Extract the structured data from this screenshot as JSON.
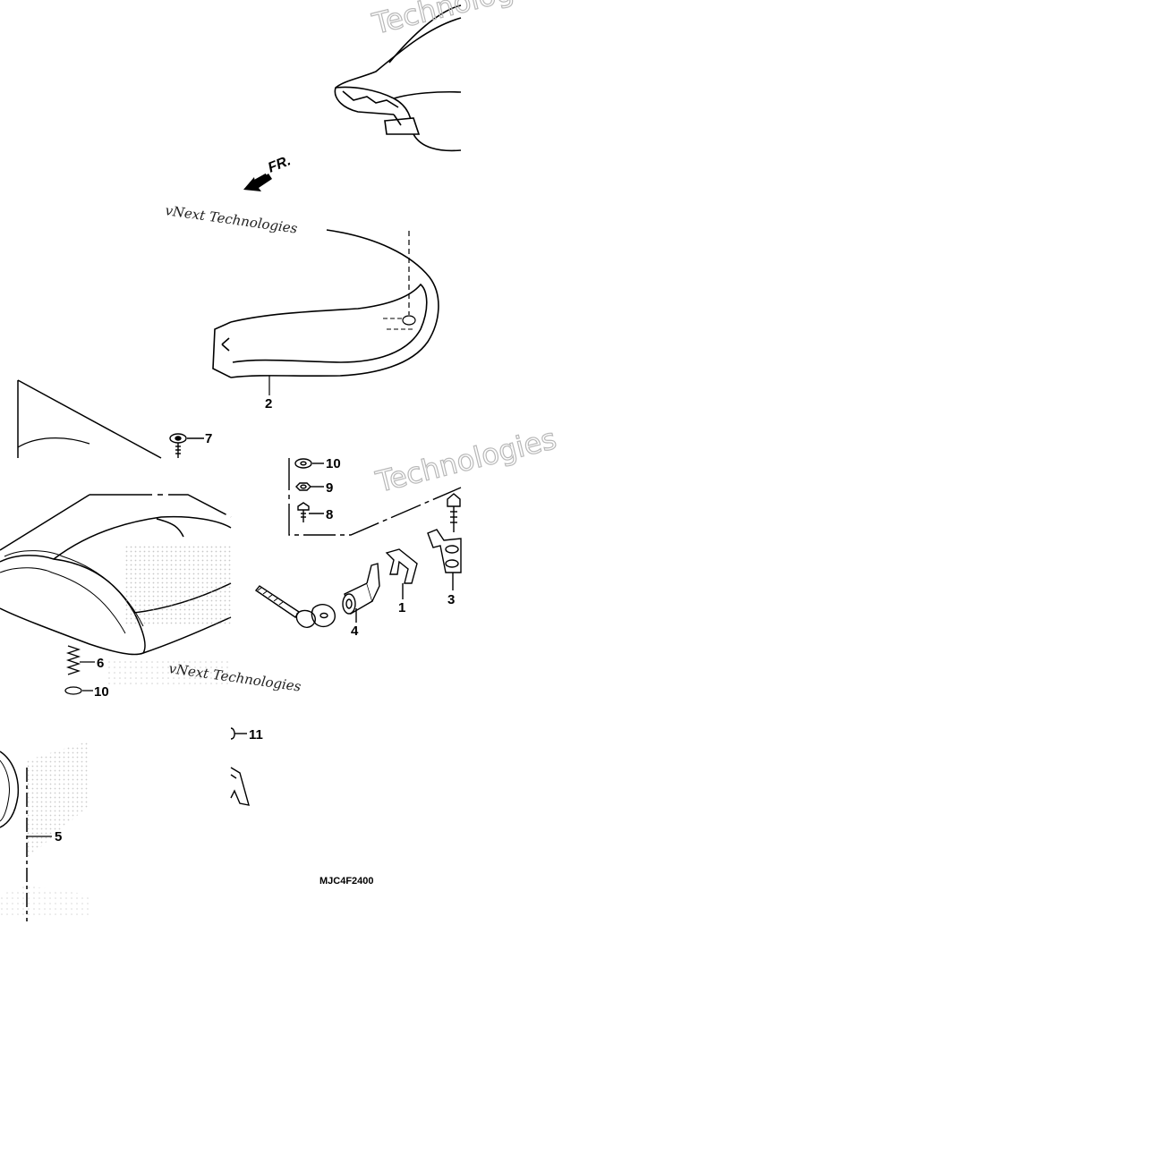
{
  "diagram": {
    "direction_label": "FR.",
    "diagram_code": "MJC4F2400",
    "callouts": [
      "1",
      "2",
      "3",
      "4",
      "5",
      "6",
      "7",
      "8",
      "9",
      "10",
      "10",
      "11"
    ],
    "watermarks": [
      "vNext Technologies",
      "Technologies",
      "Technologies",
      "vNext Technologies"
    ]
  },
  "colors": {
    "ink": "#000000",
    "watermark": "#b8b8b8",
    "background": "#ffffff"
  },
  "icons": [
    "front-direction-arrow-icon",
    "screw-icon",
    "bolt-icon",
    "nut-icon",
    "washer-icon",
    "spring-icon",
    "key-icon",
    "seat-lock-icon",
    "hook-icon",
    "bracket-icon"
  ]
}
